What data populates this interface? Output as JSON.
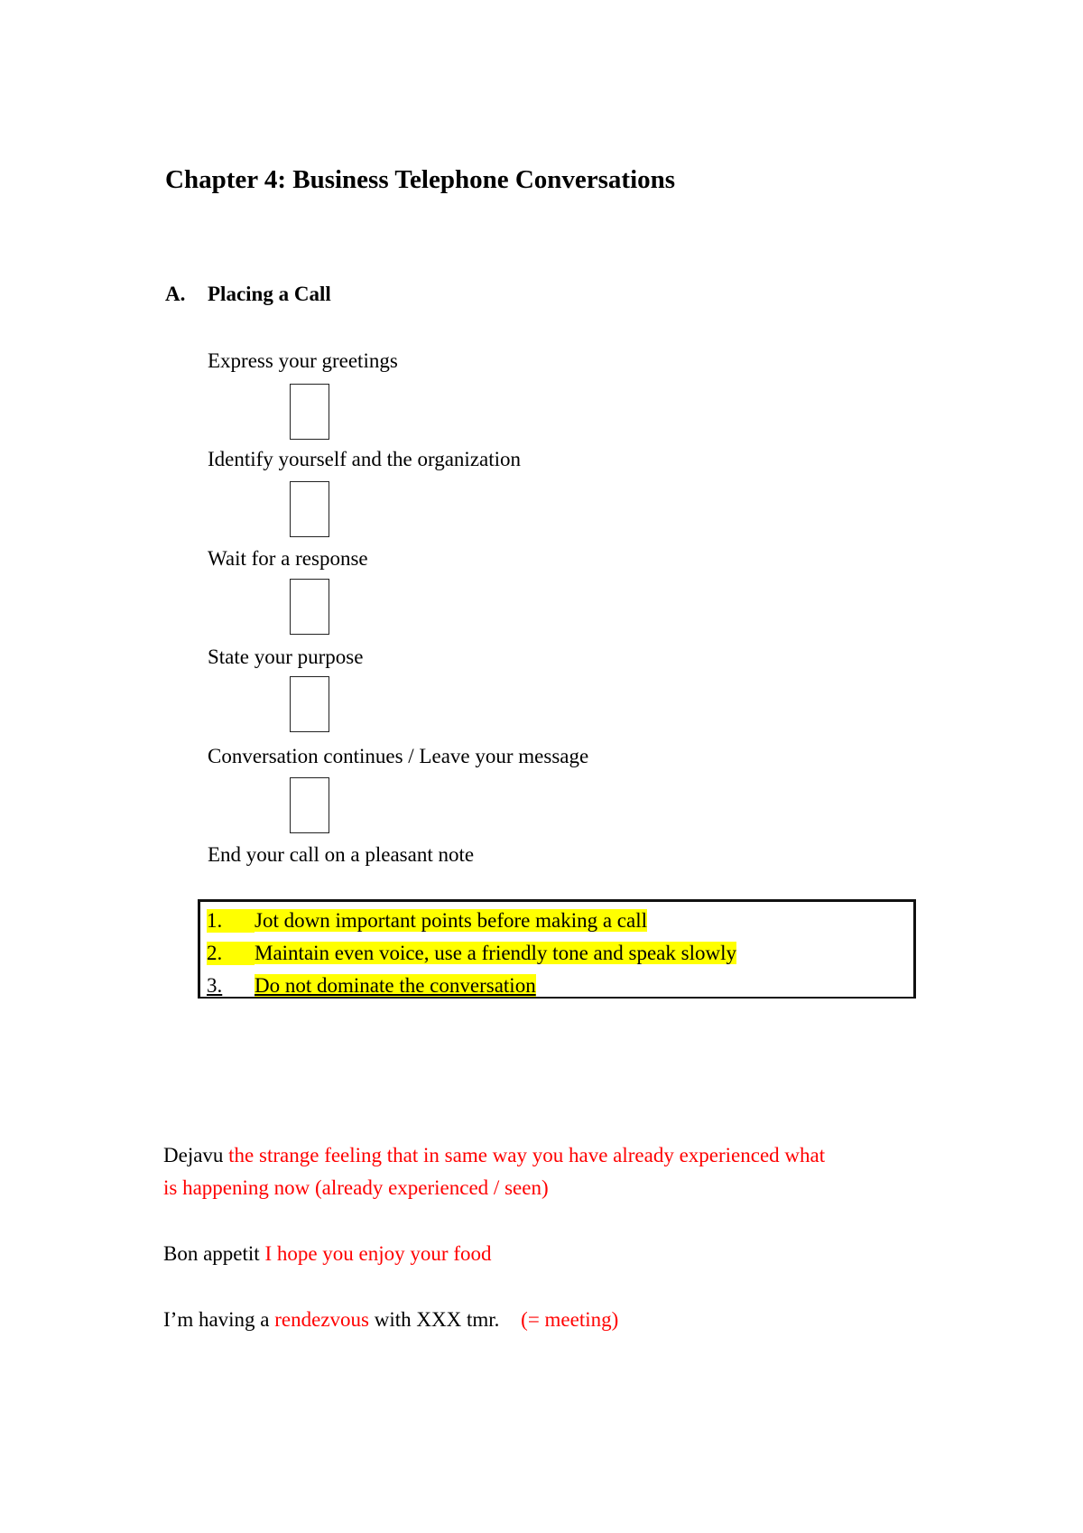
{
  "page": {
    "title": "Chapter 4: Business Telephone Conversations",
    "section": {
      "letter": "A.",
      "title": "Placing a Call"
    },
    "steps": [
      "Express your greetings",
      "Identify yourself and the organization",
      "Wait for a response",
      "State your purpose",
      "Conversation continues / Leave your message",
      "End your call on a pleasant note"
    ],
    "tips": [
      {
        "num": "1.",
        "text": "Jot down important points before making a call"
      },
      {
        "num": "2.",
        "text": "Maintain even voice, use a friendly tone and speak slowly"
      },
      {
        "num": "3.",
        "text": "Do not dominate the conversation"
      }
    ],
    "notes": {
      "dejavu": {
        "term": "Dejavu",
        "definition_line1": "the strange feeling that in same way you have already experienced what",
        "definition_line2": "is happening now (already experienced / seen)"
      },
      "bon_appetit": {
        "term": "Bon appetit",
        "definition": "I hope you enjoy your food"
      },
      "rendezvous": {
        "prefix": "I’m having a",
        "term": "rendezvous",
        "middle": "with XXX tmr.",
        "gloss": "(= meeting)"
      }
    },
    "colors": {
      "highlight": "#ffff00",
      "annotation": "#ff0000",
      "text": "#000000"
    }
  }
}
